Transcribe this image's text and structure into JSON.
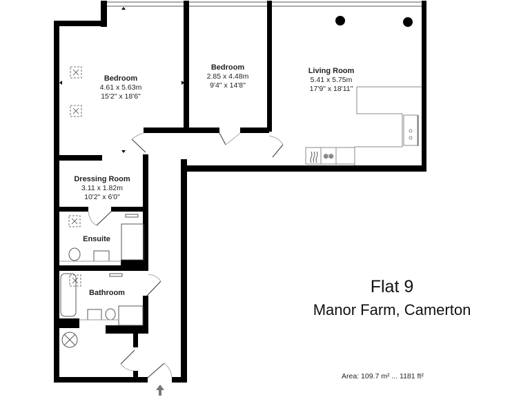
{
  "title": {
    "line1": "Flat 9",
    "line2": "Manor Farm, Camerton"
  },
  "area": "Area: 109.7 m² ... 1181 ft²",
  "rooms": [
    {
      "name": "Bedroom",
      "metric": "4.61 x 5.63m",
      "imperial": "15'2\" x 18'6\""
    },
    {
      "name": "Bedroom",
      "metric": "2.85 x 4.48m",
      "imperial": "9'4\" x 14'8\""
    },
    {
      "name": "Living Room",
      "metric": "5.41 x 5.75m",
      "imperial": "17'9\" x 18'11\""
    },
    {
      "name": "Dressing Room",
      "metric": "3.11 x 1.82m",
      "imperial": "10'2\" x 6'0\""
    },
    {
      "name": "Ensuite"
    },
    {
      "name": "Bathroom"
    }
  ],
  "icons": [
    "ceiling-light-icon",
    "hob-icon",
    "fridge-freezer-icon",
    "sink-icon",
    "toilet-icon",
    "basin-icon",
    "shower-icon",
    "bath-icon",
    "boiler-icon",
    "entrance-arrow-icon"
  ],
  "colors": {
    "wall": "#000000",
    "fixture": "#888888",
    "arrow": "#777777"
  }
}
